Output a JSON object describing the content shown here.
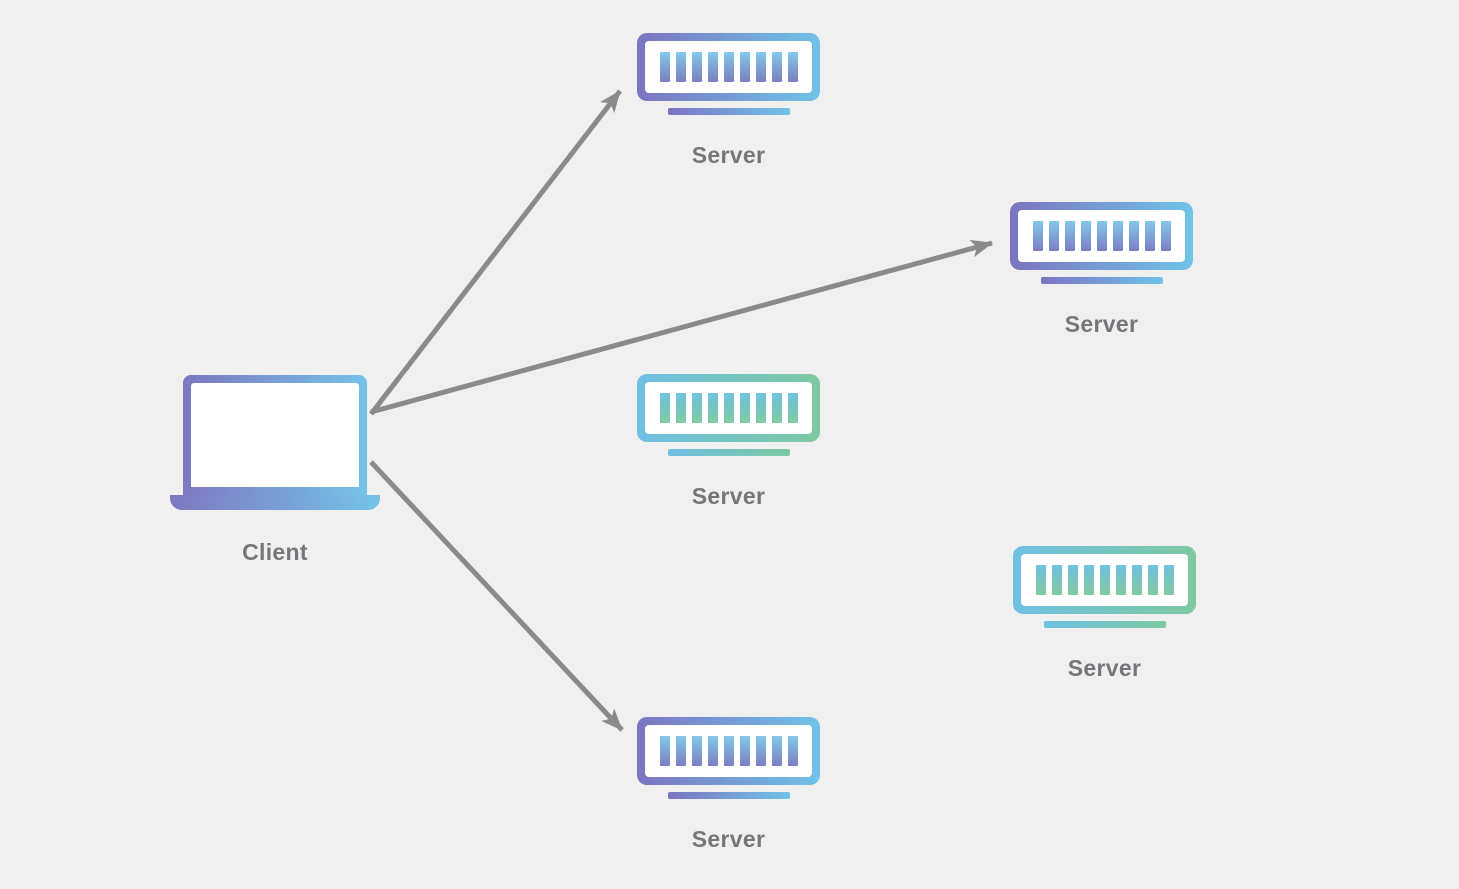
{
  "diagram": {
    "type": "client-server-network",
    "background_color": "#f0f0f1"
  },
  "client": {
    "label": "Client",
    "icon": "laptop-icon"
  },
  "servers": [
    {
      "label": "Server",
      "position": "top",
      "variant": "purple-blue",
      "connected_to_client": true
    },
    {
      "label": "Server",
      "position": "right",
      "variant": "purple-blue",
      "connected_to_client": true
    },
    {
      "label": "Server",
      "position": "middle",
      "variant": "blue-green",
      "connected_to_client": false
    },
    {
      "label": "Server",
      "position": "bottom-right",
      "variant": "blue-green",
      "connected_to_client": false
    },
    {
      "label": "Server",
      "position": "bottom",
      "variant": "purple-blue",
      "connected_to_client": true
    }
  ],
  "edges": [
    {
      "from": "client",
      "to": "server-top",
      "style": "arrow"
    },
    {
      "from": "client",
      "to": "server-right",
      "style": "arrow"
    },
    {
      "from": "client",
      "to": "server-bottom",
      "style": "arrow"
    }
  ],
  "colors": {
    "gradient_purple": "#7b74c0",
    "gradient_blue": "#70c3e8",
    "gradient_green": "#7ec9a1",
    "bar_blue_top": "#82c9e9",
    "bar_purple_bottom": "#7b7dc3",
    "bar_green_bottom": "#80ca9f",
    "arrow_gray": "#8a8a8a",
    "label_gray": "#76767a",
    "background": "#f0f0f1"
  }
}
